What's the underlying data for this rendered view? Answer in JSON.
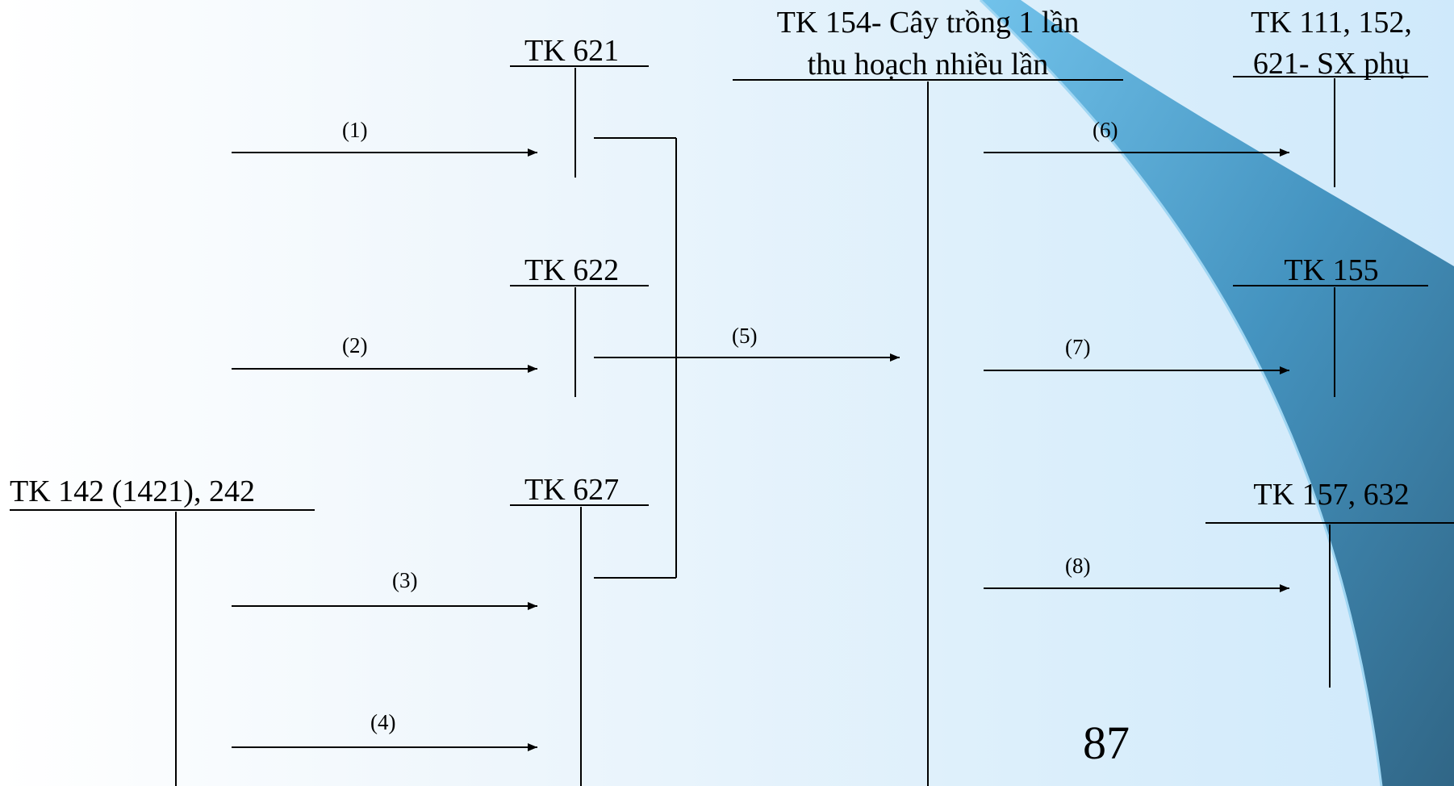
{
  "accounts": {
    "tk621": "TK 621",
    "tk622": "TK 622",
    "tk627": "TK 627",
    "tk142": "TK 142 (1421), 242",
    "tk154_line1": "TK 154- Cây trồng 1 lần",
    "tk154_line2": "thu hoạch nhiều lần",
    "tk111_line1": "TK 111, 152,",
    "tk111_line2": "621- SX phụ",
    "tk155": "TK 155",
    "tk157": "TK 157, 632"
  },
  "entries": {
    "e1": "(1)",
    "e2": "(2)",
    "e3": "(3)",
    "e4": "(4)",
    "e5": "(5)",
    "e6": "(6)",
    "e7": "(7)",
    "e8": "(8)"
  },
  "page_number": "87",
  "colors": {
    "background_start": "#ffffff",
    "background_end": "#cfe9fb",
    "swoosh_dark": "#2e6f93",
    "swoosh_light": "#5fb3e0",
    "line": "#000000"
  }
}
